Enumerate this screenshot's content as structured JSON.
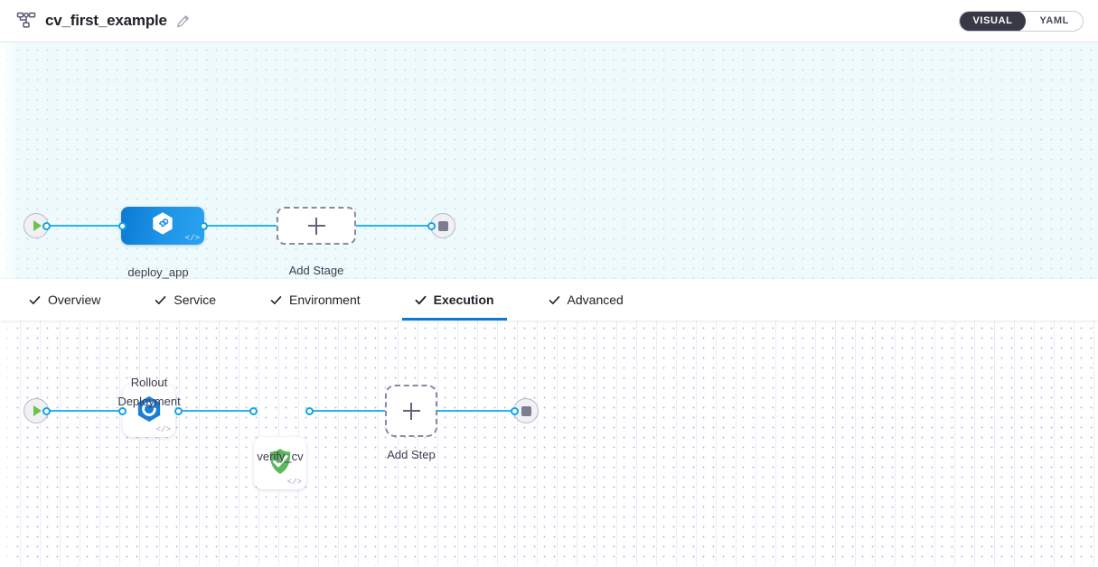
{
  "header": {
    "pipeline_icon": "pipeline-nodes-icon",
    "title": "cv_first_example",
    "edit_icon": "pencil-edit-icon",
    "mode_toggle": {
      "options": [
        {
          "label": "VISUAL",
          "active": true
        },
        {
          "label": "YAML",
          "active": false
        }
      ]
    }
  },
  "stage_canvas": {
    "start_node": {
      "icon": "play-icon",
      "name": "pipeline-start"
    },
    "stage_node": {
      "label": "deploy_app",
      "icon": "harness-hexagon-icon",
      "code_glyph": "</>"
    },
    "add_stage": {
      "label": "Add Stage",
      "icon": "plus-icon"
    },
    "end_node": {
      "icon": "stop-icon",
      "name": "pipeline-end"
    }
  },
  "tabs": [
    {
      "label": "Overview",
      "active": false,
      "icon": "check-icon"
    },
    {
      "label": "Service",
      "active": false,
      "icon": "check-icon"
    },
    {
      "label": "Environment",
      "active": false,
      "icon": "check-icon"
    },
    {
      "label": "Execution",
      "active": true,
      "icon": "check-icon"
    },
    {
      "label": "Advanced",
      "active": false,
      "icon": "check-icon"
    }
  ],
  "execution_canvas": {
    "start_node": {
      "icon": "play-icon",
      "name": "execution-start"
    },
    "steps": [
      {
        "label": "Rollout\nDeployment",
        "icon": "rollout-deployment-icon",
        "code_glyph": "</>"
      },
      {
        "label": "verify_cv",
        "icon": "green-shield-check-icon",
        "code_glyph": "</>"
      }
    ],
    "add_step": {
      "label": "Add Step",
      "icon": "plus-icon"
    },
    "end_node": {
      "icon": "stop-icon",
      "name": "execution-end"
    }
  },
  "colors": {
    "accent_blue": "#0b7ad4",
    "link_blue": "#26b3ef",
    "toggle_dark": "#383946",
    "success_green": "#5db85c",
    "play_green": "#6cc24a"
  }
}
